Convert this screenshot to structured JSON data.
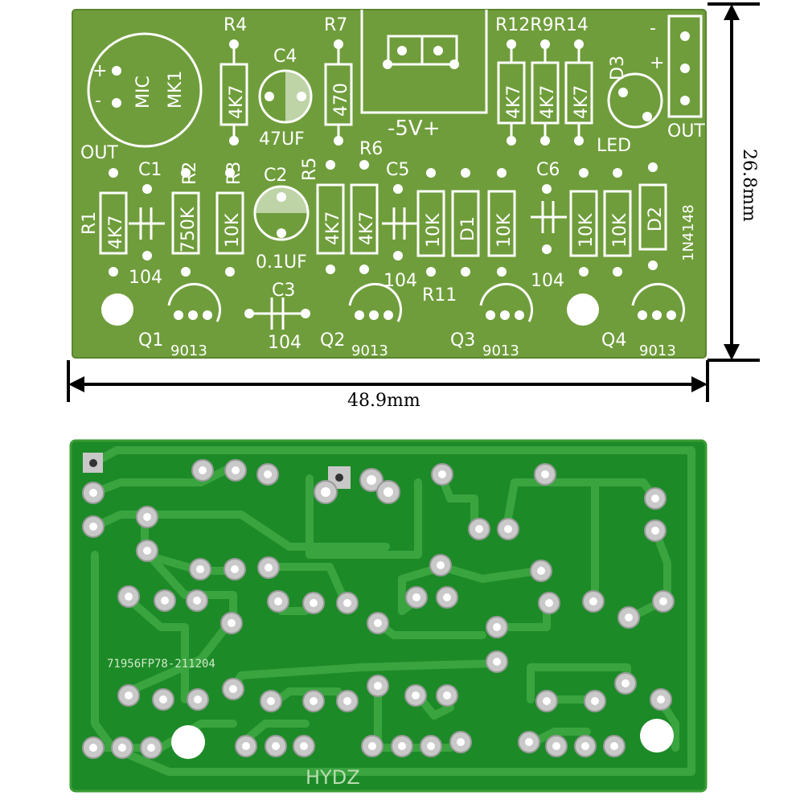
{
  "top_board": {
    "labels": {
      "mic": "MIC",
      "mk1": "MK1",
      "mic_plus": "+",
      "mic_minus": "-",
      "out_left": "OUT",
      "r4": "R4",
      "r4_val": "4K7",
      "c4": "C4",
      "c4_val": "47UF",
      "r7": "R7",
      "r7_val": "470",
      "power": "-5V+",
      "r12r9r14": "R12R9R14",
      "r12_val": "4K7",
      "r9_val": "4K7",
      "r14_val": "4K7",
      "d3": "D3",
      "led": "LED",
      "out_right": "OUT",
      "conn_minus": "-",
      "conn_plus": "+",
      "c1": "C1",
      "r2": "R2",
      "r3": "R3",
      "c2": "C2",
      "r5": "R5",
      "r6": "R6",
      "c5": "C5",
      "c6": "C6",
      "r1": "R1",
      "r1_val": "4K7",
      "c1_val": "104",
      "r2_val": "750K",
      "r3_val": "10K",
      "c2_val": "0.1UF",
      "r5_val": "4K7",
      "r6_val": "4K7",
      "c5_val": "104",
      "r8_val": "10K",
      "d1": "D1",
      "r10_val": "10K",
      "r11": "R11",
      "c6_val": "104",
      "r13_val": "10K",
      "r15_val": "10K",
      "d2": "D2",
      "d2_part": "1N4148",
      "c3": "C3",
      "c3_val": "104",
      "q1": "Q1",
      "q1_part": "9013",
      "q2": "Q2",
      "q2_part": "9013",
      "q3": "Q3",
      "q3_part": "9013",
      "q4": "Q4",
      "q4_part": "9013"
    },
    "width_label": "48.9mm",
    "height_label": "26.8mm"
  },
  "bottom_board": {
    "code": "71956FP78-211204",
    "brand": "HYDZ"
  },
  "colors": {
    "board_top": "#6e9f3a",
    "board_bottom": "#1f8a2a",
    "silkscreen": "#ffffff",
    "copper_trace": "#2ea03a",
    "pad": "#c8c8c8"
  }
}
